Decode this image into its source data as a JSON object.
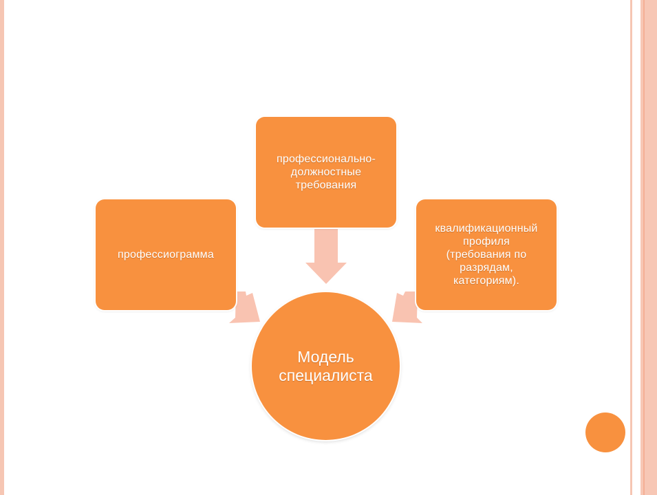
{
  "diagram": {
    "center": {
      "label": "Модель\nспециалиста"
    },
    "boxes": {
      "left": {
        "label": "профессиограмма"
      },
      "top": {
        "label": "профессионально-\nдолжностные\nтребования"
      },
      "right": {
        "label": "квалификационный\nпрофиля\n(требования по\nразрядам,\nкатегориям)."
      }
    }
  },
  "colors": {
    "box_fill": "#f8913f",
    "arrow_fill": "#f9c3b1",
    "border_accent": "#f6c6b3"
  }
}
